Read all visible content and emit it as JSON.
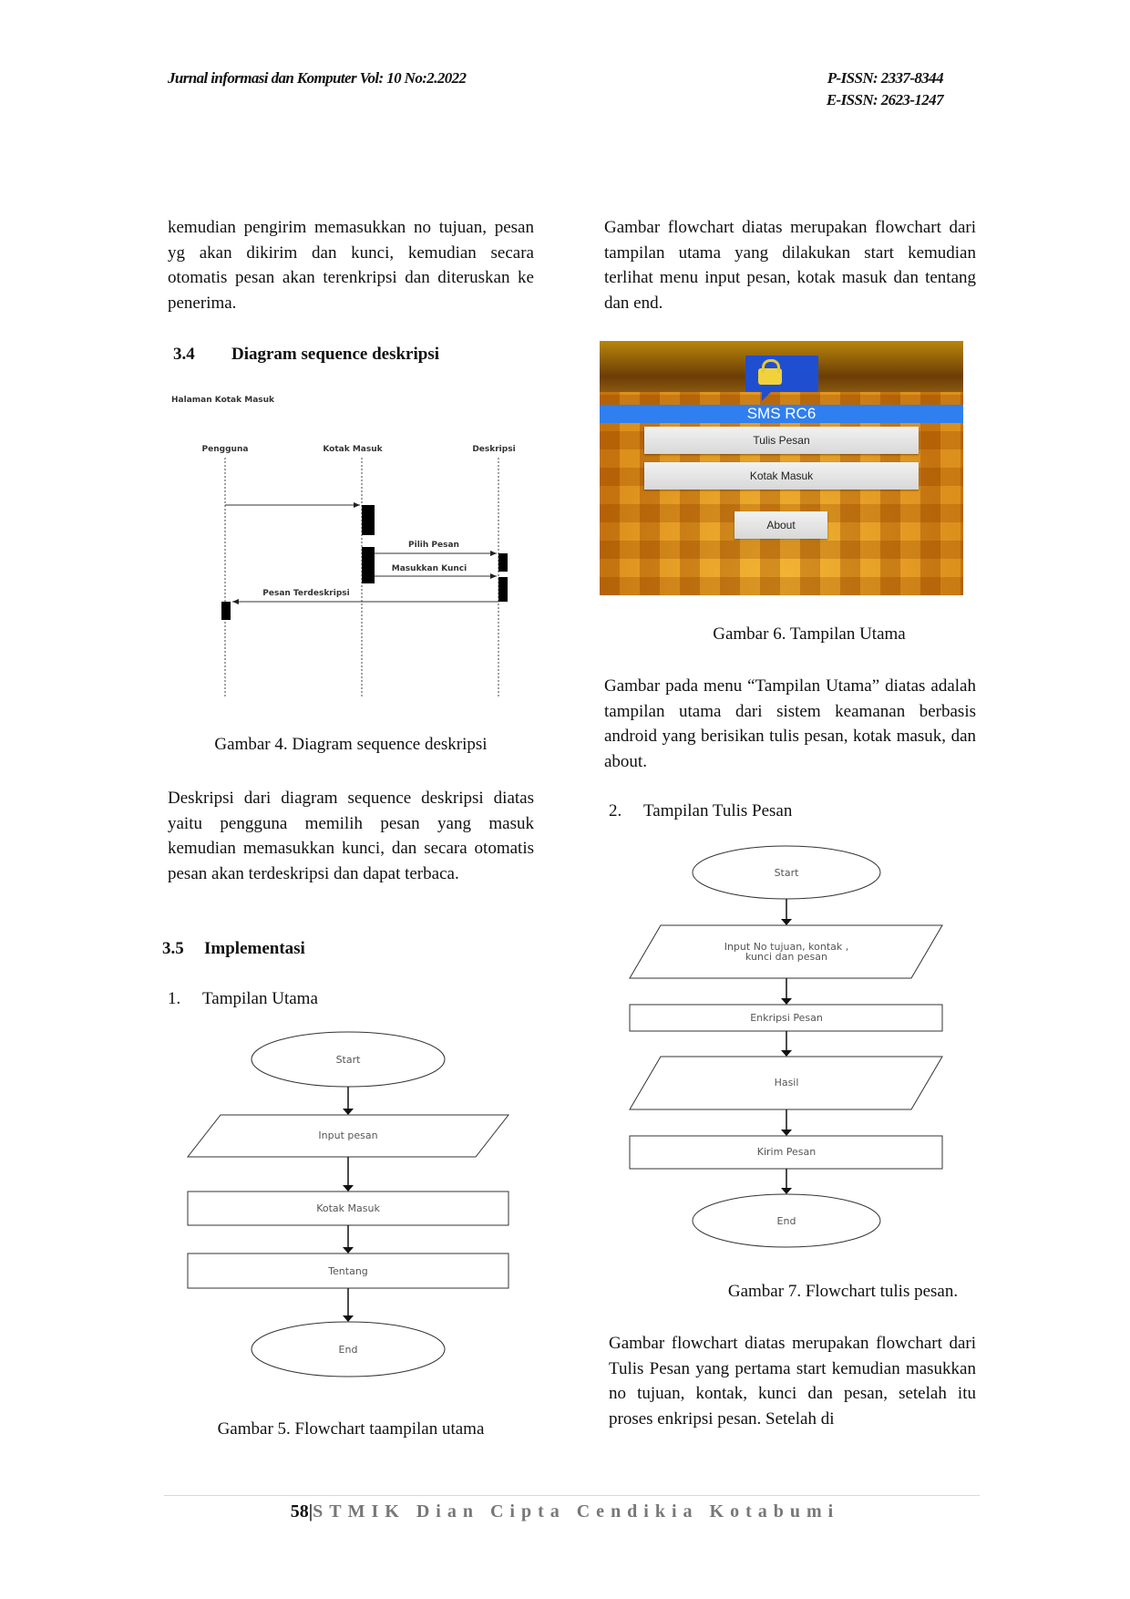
{
  "header": {
    "journal": "Jurnal informasi dan Komputer Vol: 10 No:2.2022",
    "p_issn": "P-ISSN: 2337-8344",
    "e_issn": "E-ISSN: 2623-1247"
  },
  "left": {
    "para1": "kemudian pengirim memasukkan no tujuan, pesan yg akan dikirim dan kunci, kemudian secara otomatis pesan akan terenkripsi dan diteruskan ke penerima.",
    "section34_num": "3.4",
    "section34_title": "Diagram sequence deskripsi",
    "sequence": {
      "title": "Halaman Kotak Masuk",
      "actors": [
        "Pengguna",
        "Kotak Masuk",
        "Deskripsi"
      ],
      "messages": [
        "Pilih Pesan",
        "Masukkan Kunci",
        "Pesan Terdeskripsi"
      ]
    },
    "caption4": "Gambar 4. Diagram sequence deskripsi",
    "para2": "Deskripsi dari diagram sequence deskripsi diatas yaitu pengguna memilih pesan yang masuk kemudian memasukkan kunci, dan secara otomatis pesan akan terdeskripsi dan dapat terbaca.",
    "section35_num": "3.5",
    "section35_title": "Implementasi",
    "item1_num": "1.",
    "item1_label": "Tampilan Utama",
    "flow1": [
      "Start",
      "Input pesan",
      "Kotak Masuk",
      "Tentang",
      "End"
    ],
    "caption5": "Gambar 5. Flowchart taampilan utama"
  },
  "right": {
    "para1": "Gambar flowchart diatas merupakan flowchart dari tampilan utama yang dilakukan start kemudian terlihat menu input pesan, kotak masuk dan tentang dan end.",
    "app": {
      "title": "SMS RC6",
      "buttons": [
        "Tulis Pesan",
        "Kotak Masuk",
        "About"
      ]
    },
    "caption6": "Gambar 6. Tampilan Utama",
    "para2": "Gambar pada menu “Tampilan Utama” diatas adalah tampilan utama dari sistem keamanan berbasis android yang berisikan tulis pesan, kotak masuk, dan about.",
    "item2_num": "2.",
    "item2_label": "Tampilan Tulis Pesan",
    "flow2": [
      "Start",
      "Input No tujuan, kontak ,",
      "kunci dan pesan",
      "Enkripsi Pesan",
      "Hasil",
      "Kirim Pesan",
      "End"
    ],
    "caption7": "Gambar 7. Flowchart tulis pesan.",
    "para3": "Gambar flowchart diatas merupakan flowchart dari Tulis Pesan yang pertama start kemudian masukkan no tujuan, kontak, kunci dan pesan, setelah itu proses enkripsi pesan. Setelah di"
  },
  "footer": {
    "page": "58",
    "institution": "STMIK Dian Cipta Cendikia Kotabumi"
  }
}
